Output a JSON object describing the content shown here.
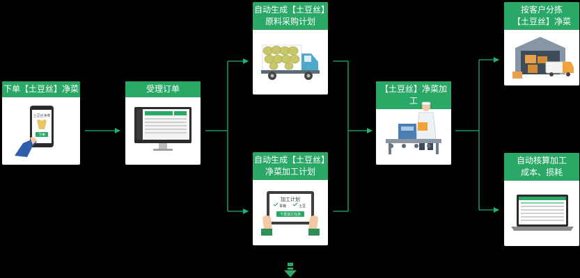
{
  "colors": {
    "accent": "#2aa866",
    "line": "#21b373",
    "background": "#000000"
  },
  "nodes": {
    "order": {
      "title": "下单【土豆丝】净菜",
      "icon": "phone-order-icon"
    },
    "accept": {
      "title": "受理订单",
      "icon": "monitor-dashboard-icon"
    },
    "purchase": {
      "title_line1": "自动生成【土豆丝】",
      "title_line2": "原料采购计划",
      "icon": "potato-truck-icon"
    },
    "plan": {
      "title_line1": "自动生成【土豆丝】",
      "title_line2": "净菜加工计划",
      "icon": "tablet-plan-icon"
    },
    "process": {
      "title": "【土豆丝】净菜加工",
      "icon": "worker-conveyor-icon"
    },
    "sort": {
      "title_line1": "按客户分拣",
      "title_line2": "【土豆丝】净菜",
      "icon": "warehouse-icon"
    },
    "cost": {
      "title_line1": "自动核算加工",
      "title_line2": "成本、损耗",
      "icon": "laptop-report-icon"
    }
  },
  "illustrations": {
    "phone_screen_title": "土豆丝净菜",
    "phone_button": "下单",
    "tablet_title": "加工计划",
    "tablet_item1": "青椒",
    "tablet_item2": "土豆",
    "tablet_button": "下发加工任务"
  }
}
